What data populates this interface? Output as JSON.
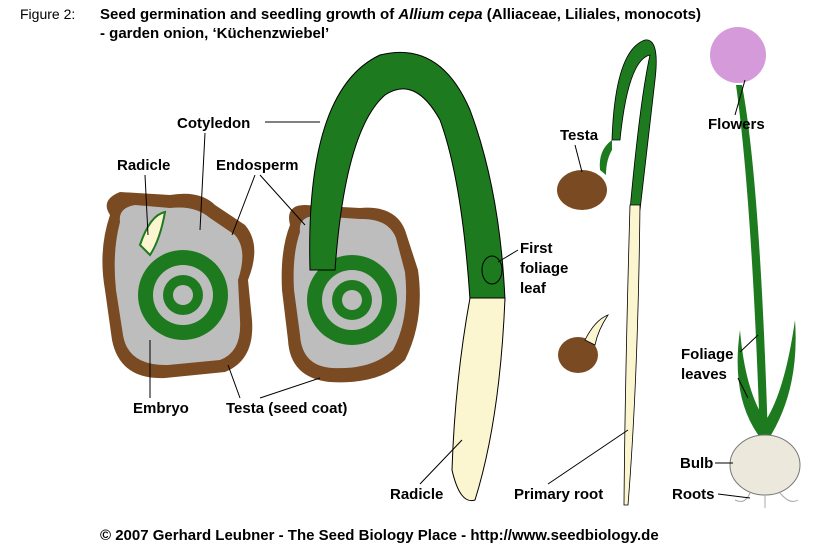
{
  "header": {
    "figure_label": "Figure 2:",
    "title_part1": "Seed germination and seedling growth of ",
    "title_italic": "Allium cepa",
    "title_part2": " (Alliaceae, Liliales, monocots)",
    "subtitle": "- garden onion, ‘Küchenzwiebel’"
  },
  "labels": {
    "cotyledon": "Cotyledon",
    "radicle_top": "Radicle",
    "endosperm": "Endosperm",
    "testa_top": "Testa",
    "flowers": "Flowers",
    "first_foliage_leaf": [
      "First",
      "foliage",
      "leaf"
    ],
    "embryo": "Embryo",
    "testa_seed_coat": "Testa (seed coat)",
    "foliage_leaves": [
      "Foliage",
      "leaves"
    ],
    "radicle_bottom": "Radicle",
    "primary_root": "Primary root",
    "bulb": "Bulb",
    "roots": "Roots"
  },
  "footer": "© 2007 Gerhard Leubner - The Seed Biology Place - http://www.seedbiology.de",
  "colors": {
    "green": "#1e7a1e",
    "testa": "#7a4a22",
    "endosperm": "#bdbdbd",
    "radicle": "#fbf6cf",
    "flower": "#d59ad9"
  }
}
